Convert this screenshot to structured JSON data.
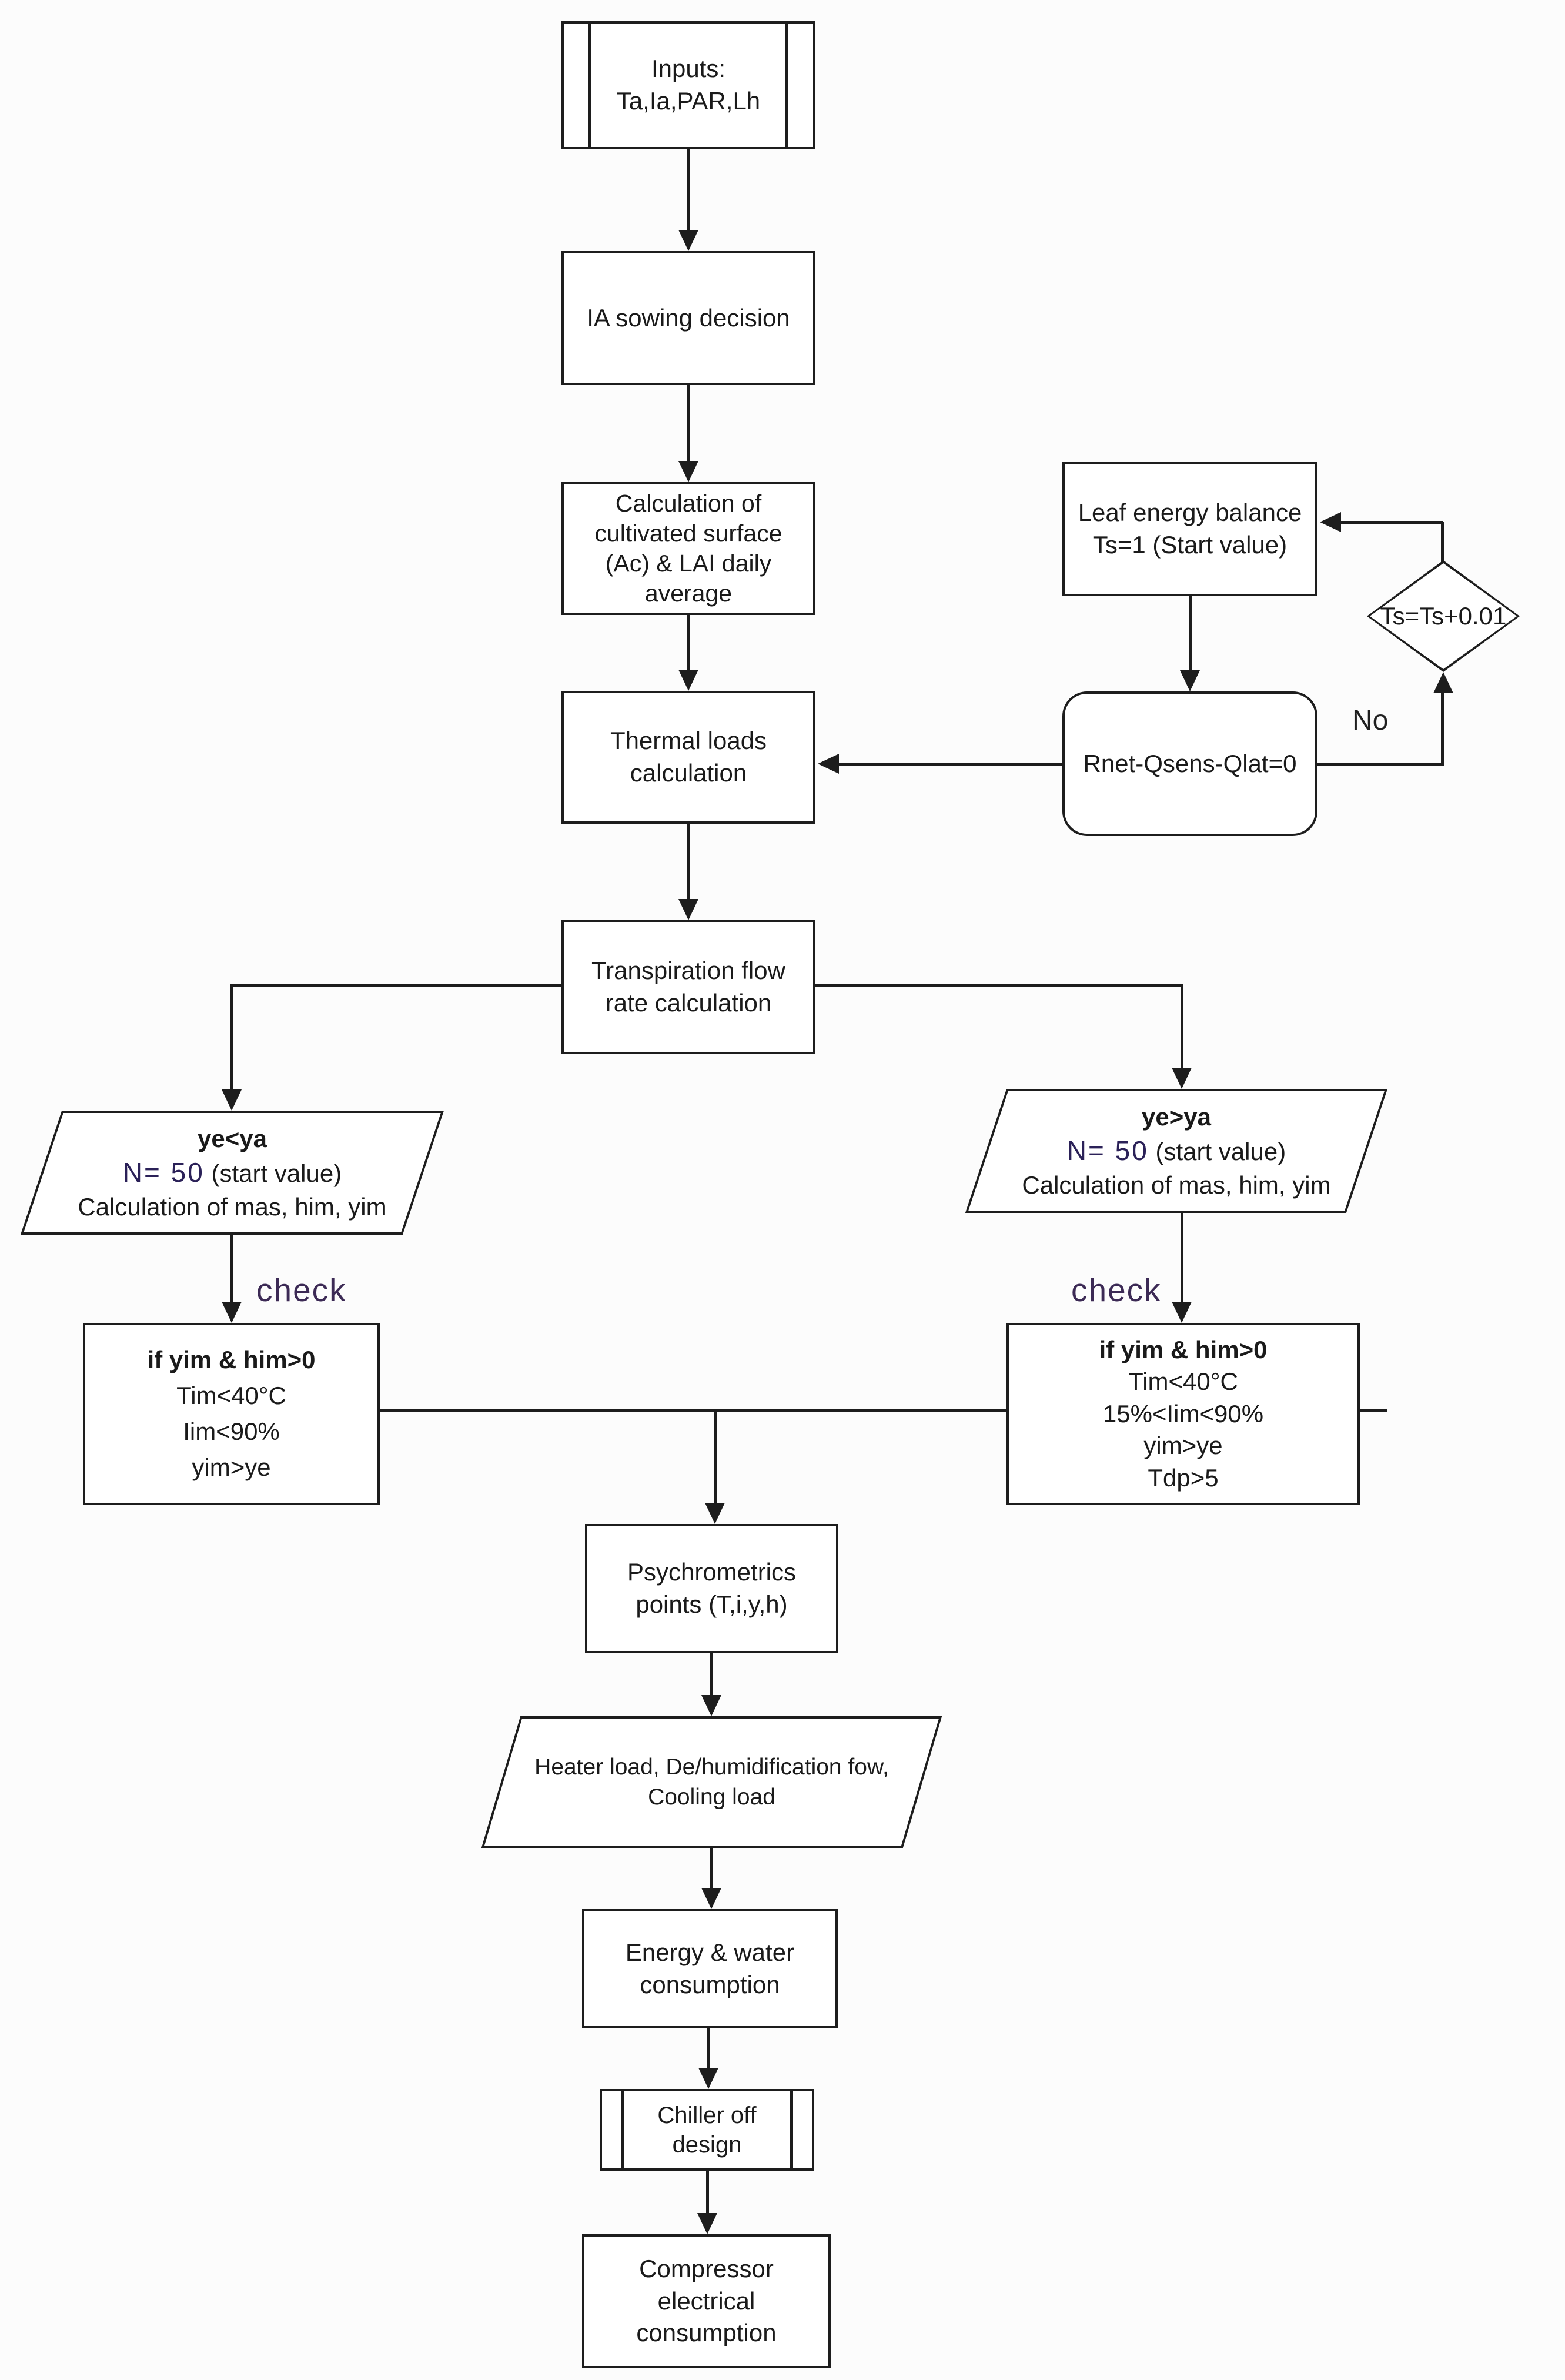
{
  "colors": {
    "line": "#1d1d1d",
    "text": "#1a1a1a",
    "check_label": "#3c2a55",
    "n50_value": "#2b2158",
    "background": "#fcfcfc",
    "node_fill": "#ffffff"
  },
  "nodes": {
    "inputs": {
      "shape": "predefined-process",
      "lines": [
        "Inputs:",
        "Ta,Ia,PAR,Lh"
      ]
    },
    "sowing": {
      "shape": "process",
      "lines": [
        "IA sowing decision"
      ]
    },
    "calc": {
      "shape": "process",
      "lines": [
        "Calculation of",
        "cultivated surface",
        "(Ac) & LAI daily",
        "average"
      ]
    },
    "thermal": {
      "shape": "process",
      "lines": [
        "Thermal loads",
        "calculation"
      ]
    },
    "leaf": {
      "shape": "process",
      "lines": [
        "Leaf energy balance",
        "Ts=1 (Start value)"
      ]
    },
    "rnet": {
      "shape": "rounded-process",
      "lines": [
        "Rnet-Qsens-Qlat=0"
      ]
    },
    "ts_loop": {
      "shape": "decision",
      "lines": [
        "Ts=Ts+0.01"
      ]
    },
    "transpiration": {
      "shape": "process",
      "lines": [
        "Transpiration flow",
        "rate calculation"
      ]
    },
    "branch_left": {
      "shape": "parallelogram",
      "title": "ye<ya",
      "n_value": "N= 50",
      "n_suffix": " (start value)",
      "calc_line": "Calculation of mas, him, yim"
    },
    "branch_right": {
      "shape": "parallelogram",
      "title": "ye>ya",
      "n_value": "N= 50",
      "n_suffix": " (start value)",
      "calc_line": "Calculation of mas, him, yim"
    },
    "cond_left": {
      "shape": "process",
      "lines": [
        "if yim & him>0",
        "Tim<40°C",
        "Iim<90%",
        "yim>ye"
      ]
    },
    "cond_right": {
      "shape": "process",
      "lines": [
        "if yim & him>0",
        "Tim<40°C",
        "15%<Iim<90%",
        "yim>ye",
        "Tdp>5"
      ]
    },
    "psych": {
      "shape": "process",
      "lines": [
        "Psychrometrics",
        "points (T,i,y,h)"
      ]
    },
    "heater": {
      "shape": "parallelogram",
      "lines": [
        "Heater load, De/humidification fow,",
        "Cooling load"
      ]
    },
    "energy": {
      "shape": "process",
      "lines": [
        "Energy & water",
        "consumption"
      ]
    },
    "chiller": {
      "shape": "predefined-process",
      "lines": [
        "Chiller off",
        "design"
      ]
    },
    "compressor": {
      "shape": "process",
      "lines": [
        "Compressor",
        "electrical",
        "consumption"
      ]
    }
  },
  "edge_labels": {
    "no": "No",
    "check_left": "check",
    "check_right": "check"
  }
}
